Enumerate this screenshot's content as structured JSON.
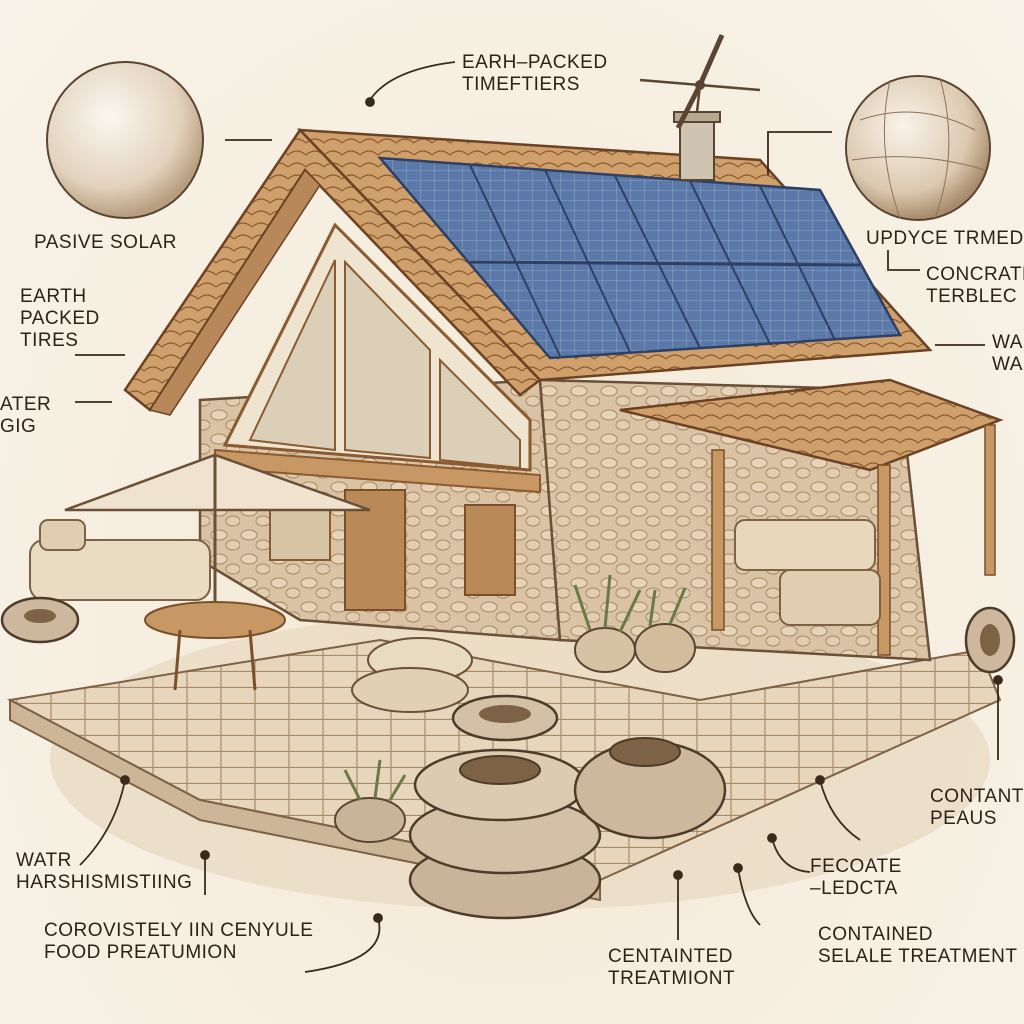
{
  "labels": {
    "earth_packed_timeftiers": [
      "EARH–PACKED",
      "TIMEFTIERS"
    ],
    "passive_solar": [
      "PASIVE SOLAR"
    ],
    "earth_packed_tires": [
      "EARTH",
      "PACKED",
      "TIRES"
    ],
    "water_bing": [
      "ATER",
      "GIG"
    ],
    "updyce_trmed": [
      "UPDYCE TRMED"
    ],
    "concrate_terblec": [
      "CONCRATE",
      "TERBLEC"
    ],
    "wa": [
      "WA",
      "WA"
    ],
    "contant_peaus": [
      "CONTANTY",
      "PEAUS"
    ],
    "water_harsh": [
      "WATR",
      "HARSHISMISTIING"
    ],
    "corovistely": [
      "COROVISTELY IIN CENYULE",
      "FOOD PREATUMION"
    ],
    "centainted": [
      "CENTAINTED",
      "TREATMIONT"
    ],
    "fecoate": [
      "FECOATE",
      "–LEDCTA"
    ],
    "contained": [
      "CONTAINED",
      "SELALE TREATMENT"
    ]
  },
  "colors": {
    "ink": "#3a2a1c",
    "wood": "#c79863",
    "wood_dark": "#8a5a30",
    "stone": "#d9c3a4",
    "stone_dark": "#a88b67",
    "solar": "#4f6a96",
    "solar_dark": "#2e4063",
    "glass": "#e8dcc6",
    "tire": "#c9b49a",
    "sphere": "#eadfcf"
  },
  "icons": [
    "wind-turbine-icon",
    "solar-panel-icon",
    "tire-stack-icon",
    "sphere-icon",
    "umbrella-icon"
  ]
}
